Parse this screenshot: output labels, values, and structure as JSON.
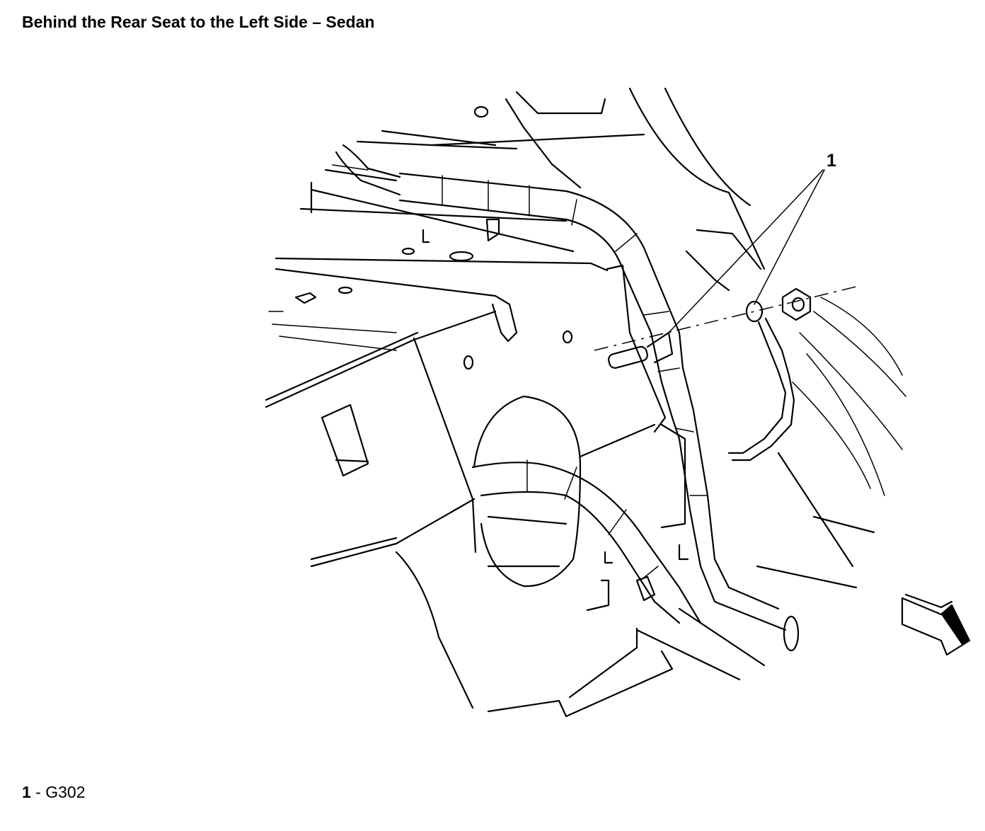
{
  "diagram": {
    "title": "Behind the Rear Seat to the Left Side – Sedan",
    "callouts": [
      {
        "number": "1",
        "name": "G302"
      }
    ],
    "legend": [
      {
        "number": "1",
        "separator": " - ",
        "label": "G302"
      }
    ],
    "icons": [
      "direction-arrow-icon"
    ]
  }
}
